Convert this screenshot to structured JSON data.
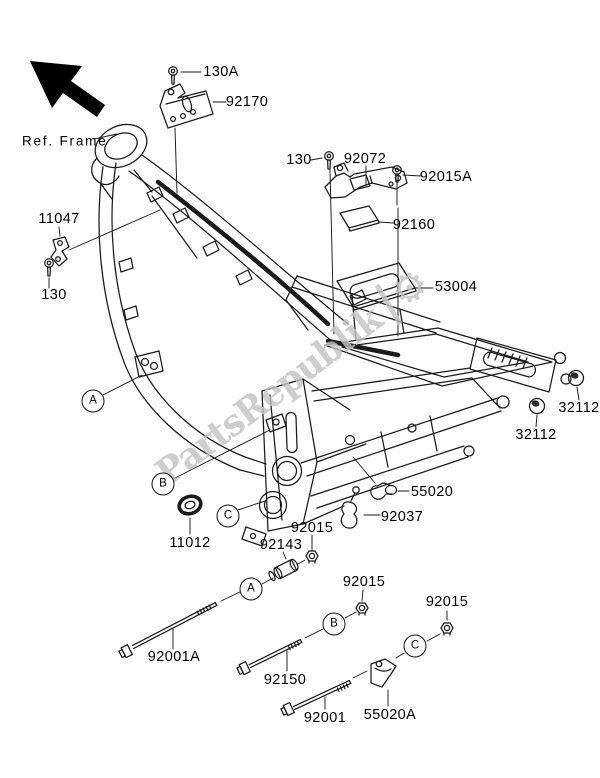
{
  "page": {
    "background": "#ffffff",
    "line_color": "#1a1a1a",
    "text_color": "#000000"
  },
  "diagram": {
    "ref_label": "Ref. Frame",
    "watermark": {
      "text": "PartsRepublik",
      "gear_icon": "⚙",
      "color": "#c3c3c3"
    },
    "part_labels": [
      {
        "id": "130A",
        "text": "130A"
      },
      {
        "id": "92170",
        "text": "92170"
      },
      {
        "id": "130-top",
        "text": "130"
      },
      {
        "id": "92072",
        "text": "92072"
      },
      {
        "id": "92015A",
        "text": "92015A"
      },
      {
        "id": "92160",
        "text": "92160"
      },
      {
        "id": "53004",
        "text": "53004"
      },
      {
        "id": "11047",
        "text": "11047"
      },
      {
        "id": "130-left",
        "text": "130"
      },
      {
        "id": "32112-r",
        "text": "32112"
      },
      {
        "id": "32112-l",
        "text": "32112"
      },
      {
        "id": "55020",
        "text": "55020"
      },
      {
        "id": "92037",
        "text": "92037"
      },
      {
        "id": "92015-a",
        "text": "92015"
      },
      {
        "id": "92143",
        "text": "92143"
      },
      {
        "id": "11012",
        "text": "11012"
      },
      {
        "id": "92015-b",
        "text": "92015"
      },
      {
        "id": "92015-c",
        "text": "92015"
      },
      {
        "id": "92001A",
        "text": "92001A"
      },
      {
        "id": "92150",
        "text": "92150"
      },
      {
        "id": "92001",
        "text": "92001"
      },
      {
        "id": "55020A",
        "text": "55020A"
      }
    ],
    "callouts": [
      {
        "letter": "A"
      },
      {
        "letter": "B"
      },
      {
        "letter": "C"
      },
      {
        "letter": "A"
      },
      {
        "letter": "B"
      },
      {
        "letter": "C"
      }
    ]
  }
}
